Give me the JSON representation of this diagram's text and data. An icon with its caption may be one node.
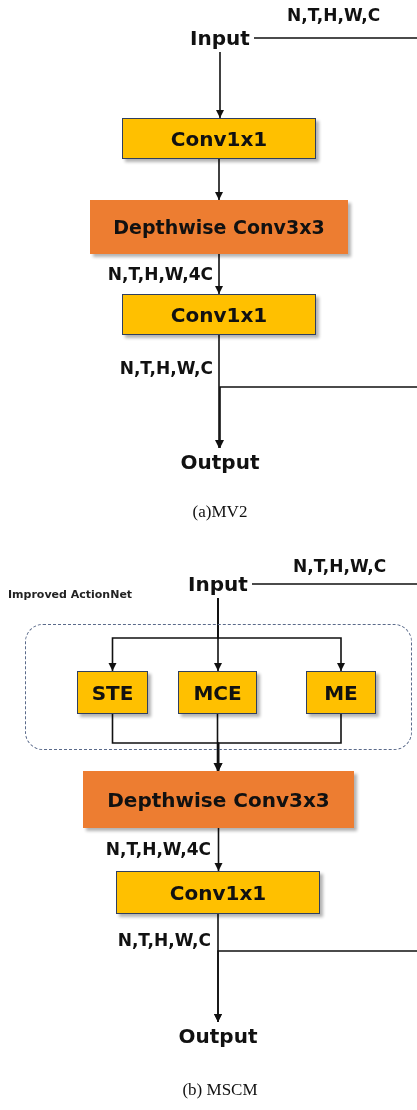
{
  "diagram": {
    "nodes": [
      {
        "text": [
          "Input"
        ]
      },
      {
        "text": [
          "Conv1x1"
        ]
      },
      {
        "text": [
          "Depthwise Conv3x3"
        ]
      },
      {
        "text": [
          "Conv1x1"
        ]
      },
      {
        "text": [
          "Output"
        ]
      },
      {
        "text": [
          "Input"
        ]
      },
      {
        "text": [
          "Improved ActionNet"
        ]
      },
      {
        "text": [
          "STE"
        ],
        "in": 6
      },
      {
        "text": [
          "MCE"
        ],
        "in": 6
      },
      {
        "text": [
          "ME"
        ],
        "in": 6
      },
      {
        "text": [
          "Depthwise Conv3x3"
        ]
      },
      {
        "text": [
          "Conv1x1"
        ]
      },
      {
        "text": [
          "Output"
        ]
      }
    ],
    "edges": [
      {
        "from": 0,
        "to": 1,
        "arrow": "to"
      },
      {
        "from": 1,
        "to": 2,
        "arrow": "to"
      },
      {
        "from": 2,
        "to": 3,
        "arrow": "to",
        "label": "N,T,H,W,4C"
      },
      {
        "from": 3,
        "to": 4,
        "arrow": "to",
        "label": "N,T,H,W,C"
      },
      {
        "from": 0,
        "to": 4,
        "arrow": "to",
        "label": "N,T,H,W,C"
      },
      {
        "from": 5,
        "to": 7,
        "arrow": "to"
      },
      {
        "from": 5,
        "to": 8,
        "arrow": "to"
      },
      {
        "from": 5,
        "to": 9,
        "arrow": "to"
      },
      {
        "from": 7,
        "to": 10,
        "arrow": "to"
      },
      {
        "from": 8,
        "to": 10,
        "arrow": "to"
      },
      {
        "from": 9,
        "to": 10,
        "arrow": "to"
      },
      {
        "from": 10,
        "to": 11,
        "arrow": "to",
        "label": "N,T,H,W,4C"
      },
      {
        "from": 11,
        "to": 12,
        "arrow": "to",
        "label": "N,T,H,W,C"
      },
      {
        "from": 5,
        "to": 12,
        "arrow": "to",
        "label": "N,T,H,W,C"
      }
    ],
    "labels": [
      "(a)MV2",
      "(b) MSCM"
    ]
  }
}
